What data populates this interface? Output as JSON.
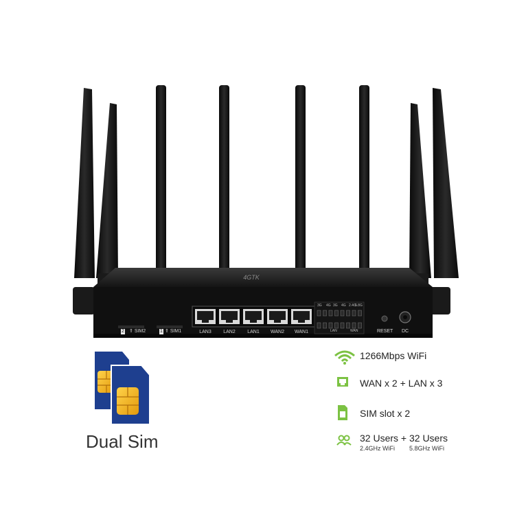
{
  "router": {
    "brand_mark": "4GTK",
    "ports": [
      "LAN3",
      "LAN2",
      "LAN1",
      "WAN2",
      "WAN1"
    ],
    "sim_slots": [
      {
        "number": "2",
        "label": "SIM2"
      },
      {
        "number": "1",
        "label": "SIM1"
      }
    ],
    "indicator_labels": [
      "3G",
      "4G",
      "3G",
      "4G",
      "2.4G",
      "5.8G",
      "LAN",
      "WAN"
    ],
    "reset_label": "RESET",
    "dc_label": "DC"
  },
  "dual_sim": {
    "label": "Dual Sim"
  },
  "features": [
    {
      "icon": "wifi-signal-icon",
      "text": "1266Mbps  WiFi"
    },
    {
      "icon": "ethernet-port-icon",
      "text": "WAN x 2 + LAN x 3"
    },
    {
      "icon": "sim-card-icon",
      "text": "SIM slot x 2"
    },
    {
      "icon": "users-icon",
      "text": "32 Users + 32 Users"
    }
  ],
  "wifi_bands": {
    "band1": "2.4GHz WiFi",
    "band2": "5.8GHz WiFi"
  },
  "colors": {
    "accent_green": "#7cc243",
    "sim_blue": "#1e3f8f",
    "sim_gold": "#f2b418",
    "router_body": "#111111"
  }
}
